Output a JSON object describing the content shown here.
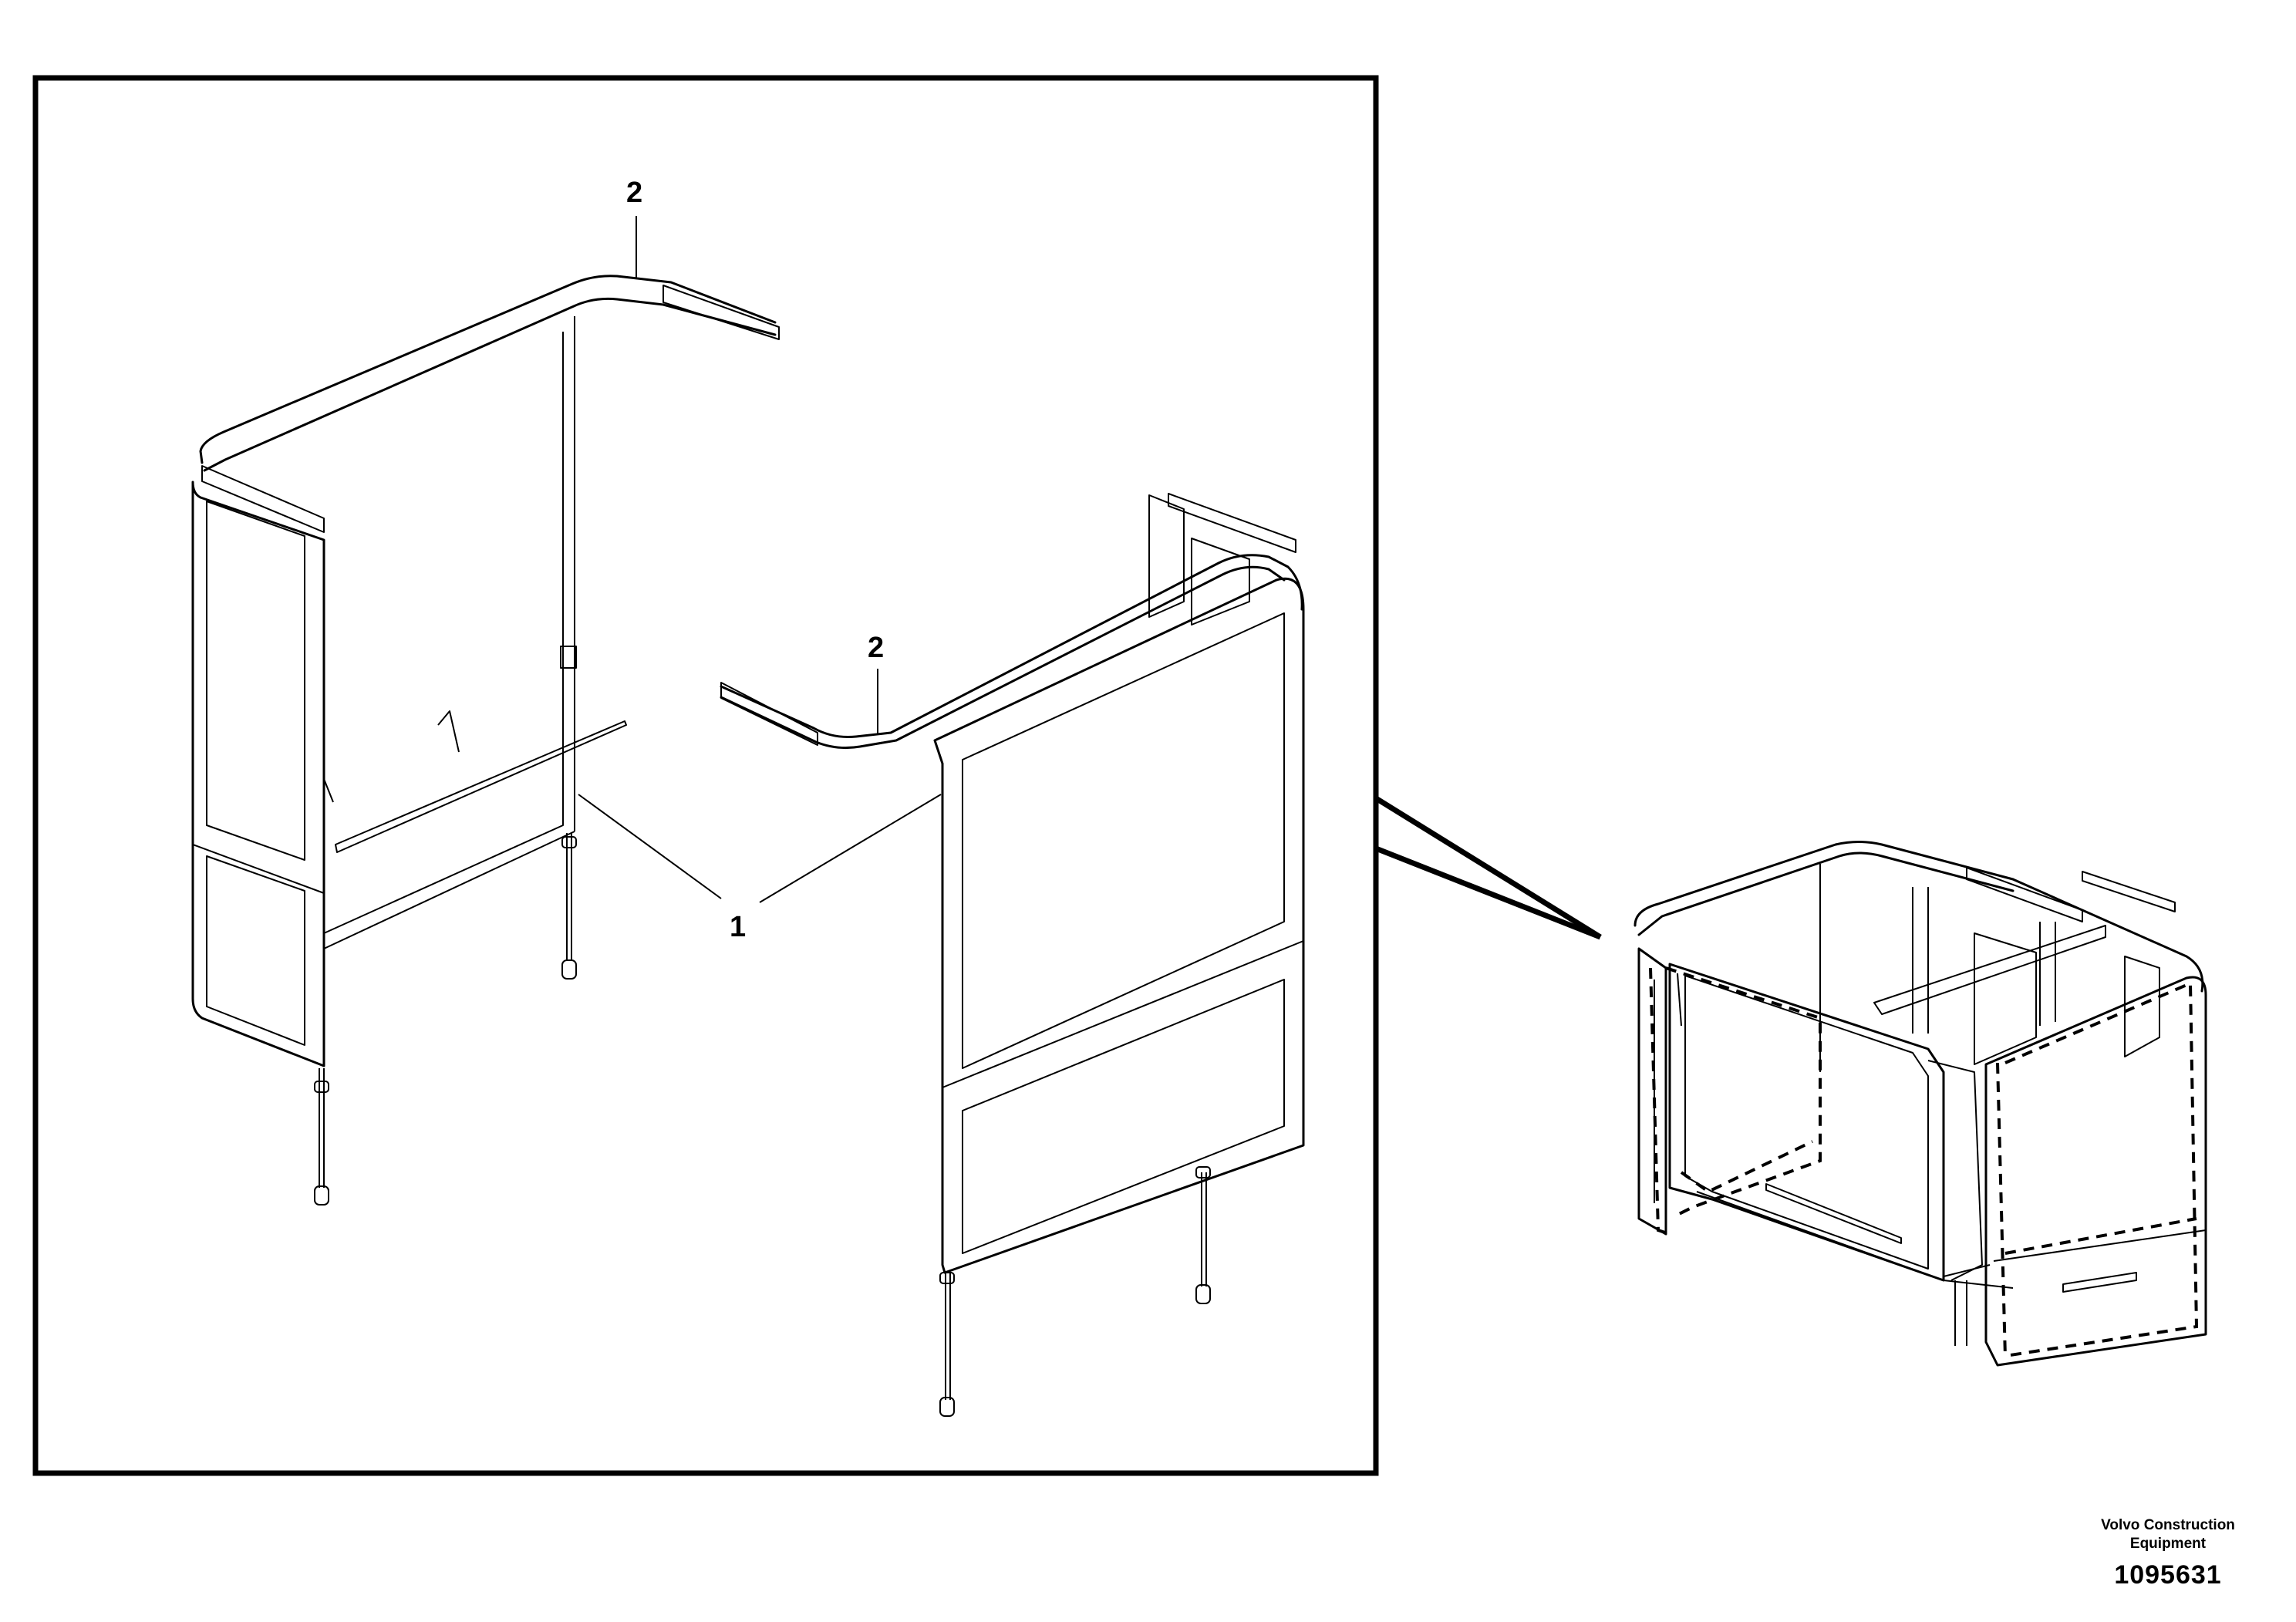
{
  "callouts": {
    "upper_rail": "2",
    "lower_rail": "2",
    "curtain": "1"
  },
  "footer": {
    "company": "Volvo Construction Equipment",
    "part_number": "1095631"
  },
  "colors": {
    "ink": "#000000",
    "paper": "#ffffff"
  }
}
